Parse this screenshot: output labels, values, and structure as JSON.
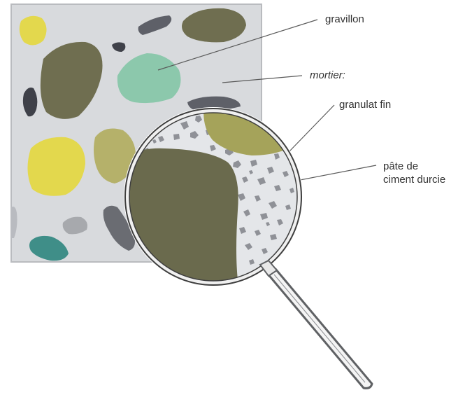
{
  "labels": {
    "gravillon": "gravillon",
    "mortier": "mortier:",
    "granulat_fin": "granulat fin",
    "pate_line1": "pâte de",
    "pate_line2": "ciment durcie"
  },
  "colors": {
    "block_bg": "#d8dadd",
    "gravel_olive": "#6f6e50",
    "gravel_mint": "#8cc8ac",
    "gravel_yellow": "#e3d84d",
    "gravel_teal": "#3f8e88",
    "gravel_khaki": "#b5b16a",
    "gravel_gray": "#8e9095",
    "fine_aggregate": "#8f9197",
    "lens_rim": "#4a4a4a",
    "handle": "#5f6164"
  },
  "icons": {
    "magnifier": "magnifying-glass-icon"
  }
}
